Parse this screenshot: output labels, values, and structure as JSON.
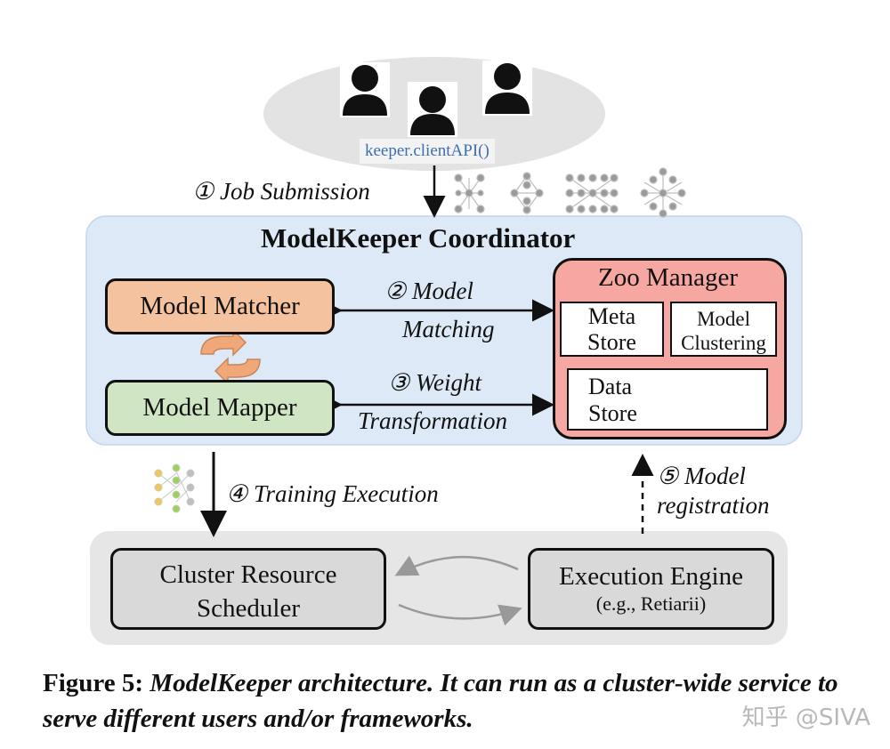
{
  "users": {
    "api_call": "keeper.clientAPI()"
  },
  "steps": {
    "step1": "① Job Submission",
    "step2_line1": "② Model",
    "step2_line2": "Matching",
    "step3_line1": "③ Weight",
    "step3_line2": "Transformation",
    "step4": "④ Training Execution",
    "step5_line1": "⑤ Model",
    "step5_line2": "registration"
  },
  "coordinator": {
    "title": "ModelKeeper Coordinator",
    "model_matcher": "Model Matcher",
    "model_mapper": "Model Mapper",
    "zoo_manager": {
      "title": "Zoo Manager",
      "meta_store_line1": "Meta",
      "meta_store_line2": "Store",
      "model_clustering_line1": "Model",
      "model_clustering_line2": "Clustering",
      "data_store_line1": "Data",
      "data_store_line2": "Store"
    }
  },
  "cluster": {
    "scheduler_line1": "Cluster Resource",
    "scheduler_line2": "Scheduler",
    "engine_line1": "Execution Engine",
    "engine_line2": "(e.g., Retiarii)"
  },
  "caption": {
    "label": "Figure 5:",
    "text": "ModelKeeper architecture. It can run as a cluster-wide service to serve different users and/or frameworks."
  },
  "watermark": "知乎 @SIVA",
  "colors": {
    "coordinator_bg": "#dde9f6",
    "matcher_fill": "#f5c2a0",
    "mapper_fill": "#cfe5c3",
    "zoo_fill": "#f6a7a2",
    "cluster_bg": "#e6e6e6",
    "box_gray": "#d9d9d9",
    "api_text": "#3d6fb0",
    "cycle_arrow": "#f0a878"
  },
  "icons": [
    "user-icon",
    "user-icon",
    "user-icon",
    "neural-network-icon",
    "cycle-arrows-icon"
  ]
}
